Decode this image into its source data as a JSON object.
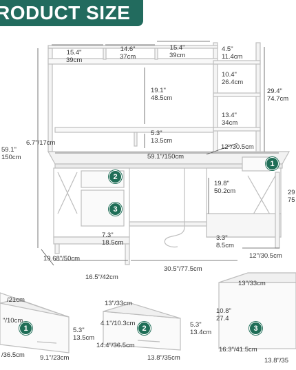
{
  "banner": {
    "title": "RODUCT SIZE",
    "color": "#226b5e"
  },
  "dimensions": {
    "shelf_left_width": [
      "15.4\"",
      "39cm"
    ],
    "shelf_mid_width": [
      "14.6\"",
      "37cm"
    ],
    "shelf_right_width": [
      "15.4\"",
      "39cm"
    ],
    "tower_top_gap": [
      "4.5\"",
      "11.4cm"
    ],
    "tower_mid_gap": [
      "10.4\"",
      "26.4cm"
    ],
    "tower_low_gap": [
      "13.4\"",
      "34cm"
    ],
    "tower_total": [
      "29.4\"",
      "74.7cm"
    ],
    "hutch_height": [
      "19.1\"",
      "48.5cm"
    ],
    "monitor_stand": [
      "5.3\"",
      "13.5cm"
    ],
    "total_height": [
      "59.1\"",
      "150cm"
    ],
    "stand_depth": "6.7\"/17cm",
    "tower_depth": "12\"/30.5cm",
    "desk_width": "59.1\"/150cm",
    "right_height": [
      "29",
      "75"
    ],
    "knee_height": [
      "19.8\"",
      "50.2cm"
    ],
    "drawer_clearance": [
      "7.3\"",
      "18.5cm"
    ],
    "shelf_clearance": [
      "3.3\"",
      "8.5cm"
    ],
    "desk_depth": "19.68\"/50cm",
    "left_cabinet_width": "16.5\"/42cm",
    "knee_width": "30.5\"/77.5cm",
    "right_cabinet_width": "12\"/30.5cm",
    "d1_width": "/21cm",
    "d1_height_a": "\"/10cm",
    "d1_height_b": [
      "5.3\"",
      "13.5cm"
    ],
    "d1_depth": "/36.5cm",
    "d1_front": "9.1\"/23cm",
    "d2_width": "13\"/33cm",
    "d2_inner": "4.1\"/10.3cm",
    "d2_height": [
      "5.3\"",
      "13.4cm"
    ],
    "d2_depth": "14.4\"/36.5cm",
    "d2_front": "13.8\"/35cm",
    "d3_width": "13\"/33cm",
    "d3_height": [
      "10.8\"",
      "27.4"
    ],
    "d3_depth": "16.3\"/41.5cm",
    "d3_front": "13.8\"/35"
  },
  "badges": {
    "b1": "1",
    "b2": "2",
    "b3": "3",
    "d1": "1",
    "d2": "2",
    "d3": "3"
  }
}
